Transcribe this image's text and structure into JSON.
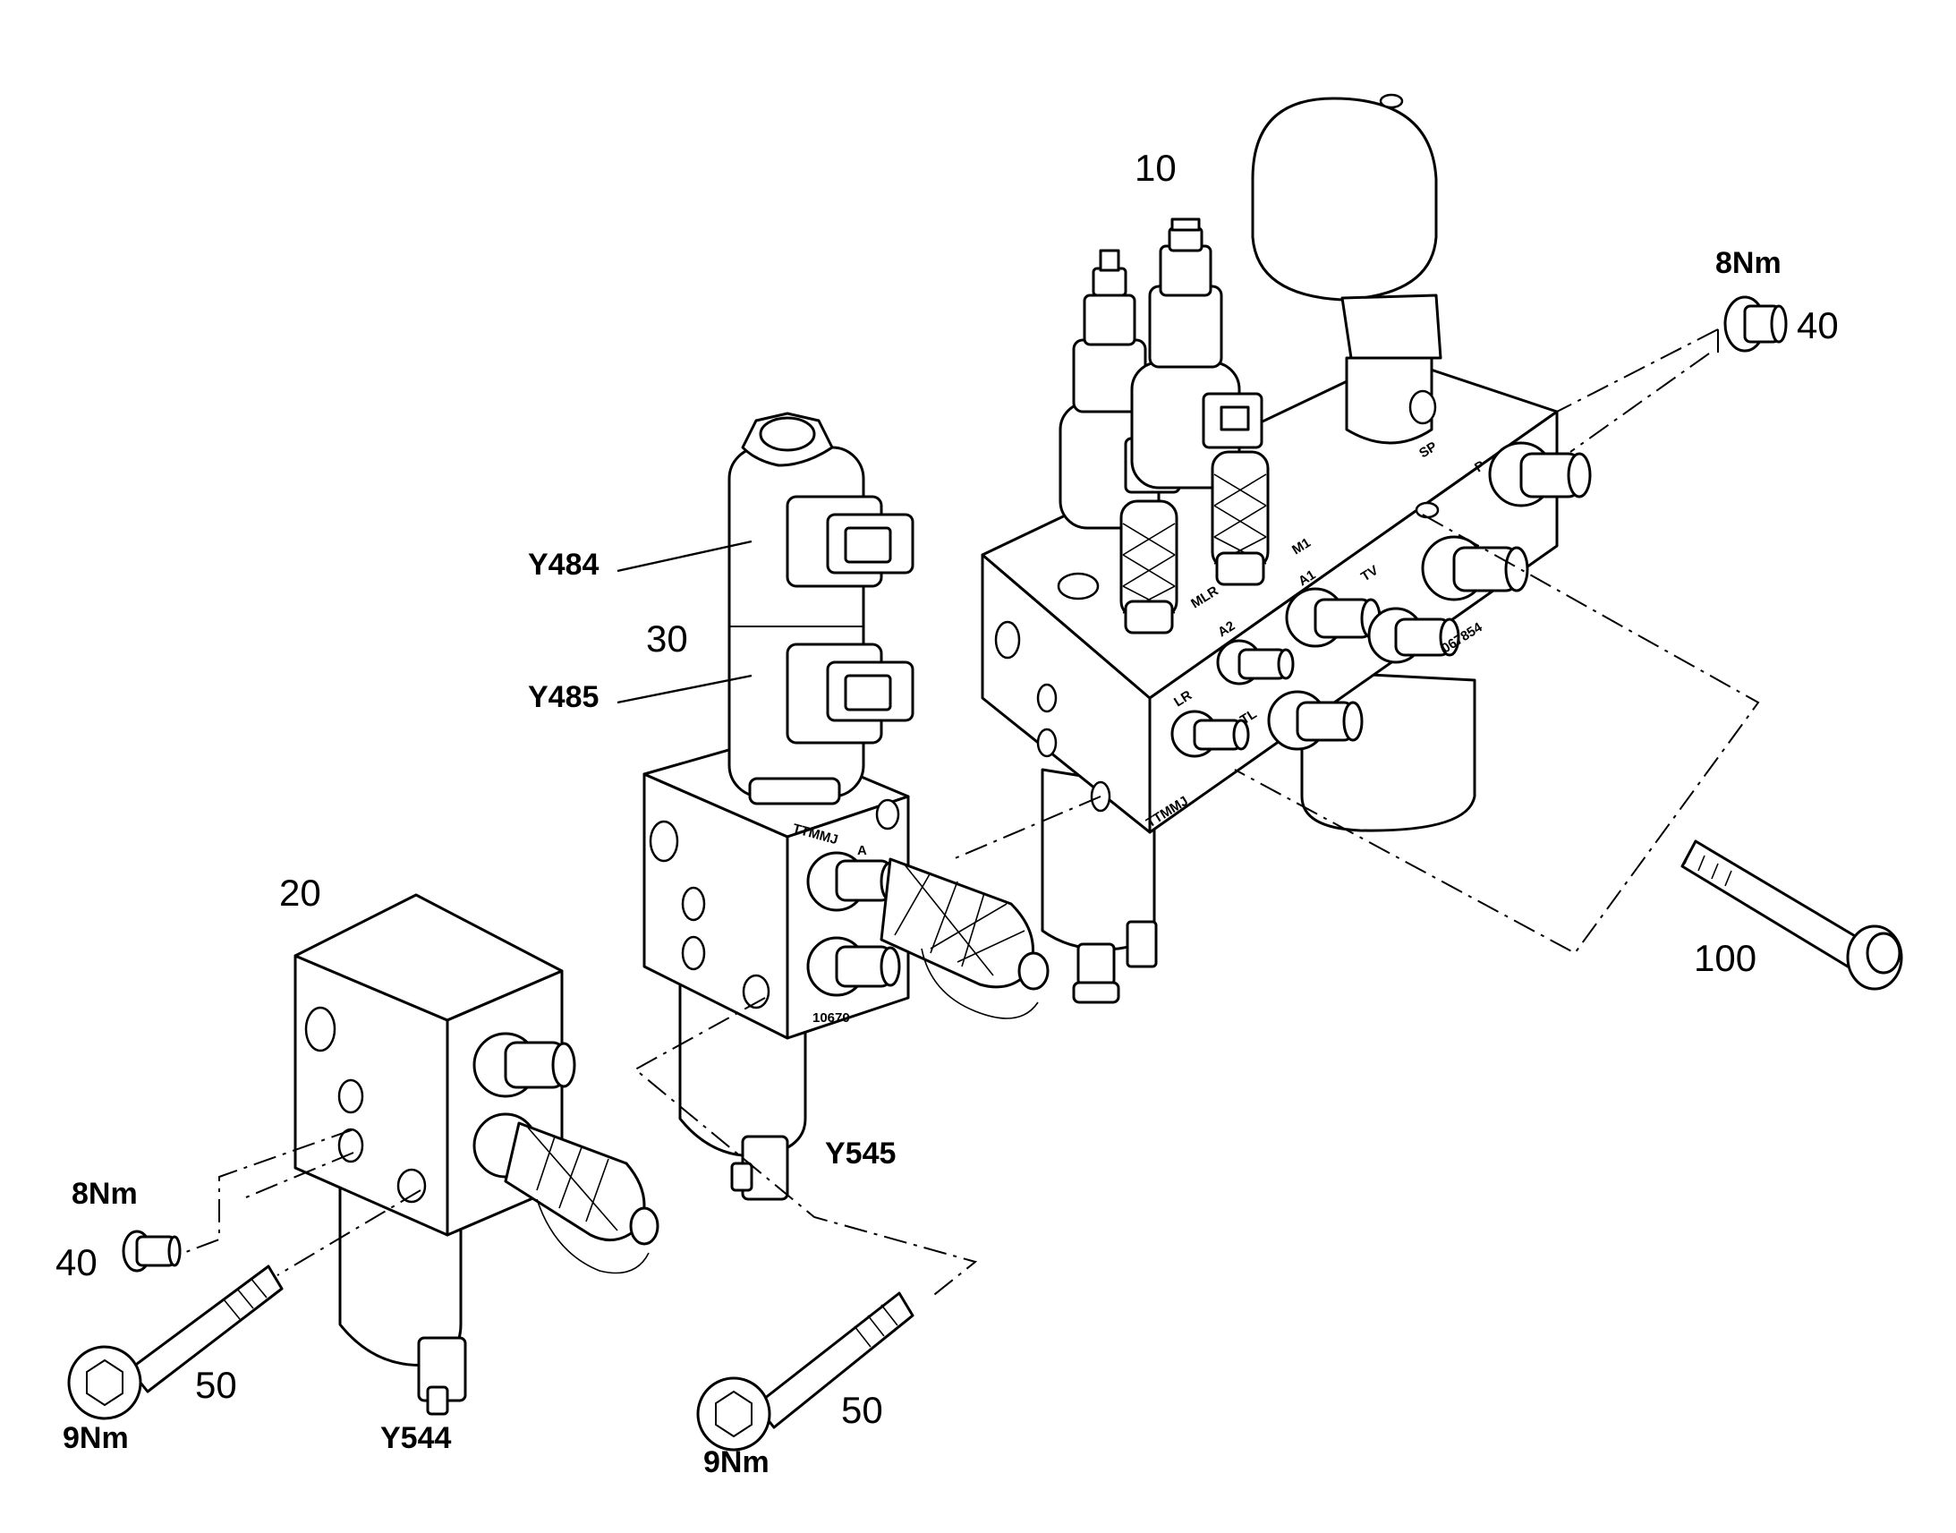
{
  "parts": {
    "p10": "10",
    "p20": "20",
    "p30": "30",
    "p40_right": "40",
    "p40_left": "40",
    "p50_left": "50",
    "p50_mid": "50",
    "p100": "100"
  },
  "torques": {
    "t8_right": "8Nm",
    "t8_left": "8Nm",
    "t9_left": "9Nm",
    "t9_mid": "9Nm"
  },
  "solenoids": {
    "y484": "Y484",
    "y485": "Y485",
    "y545": "Y545",
    "y544": "Y544"
  },
  "ports": {
    "sp": "SP",
    "p": "P",
    "m1": "M1",
    "a1": "A1",
    "tv": "TV",
    "a2": "A2",
    "mlr": "MLR",
    "lr": "LR",
    "tl": "TL",
    "a": "A",
    "code_main": "067854",
    "code_mid": "10670",
    "mark_main": "TTMMJ",
    "mark_mid": "TTMMJ"
  }
}
